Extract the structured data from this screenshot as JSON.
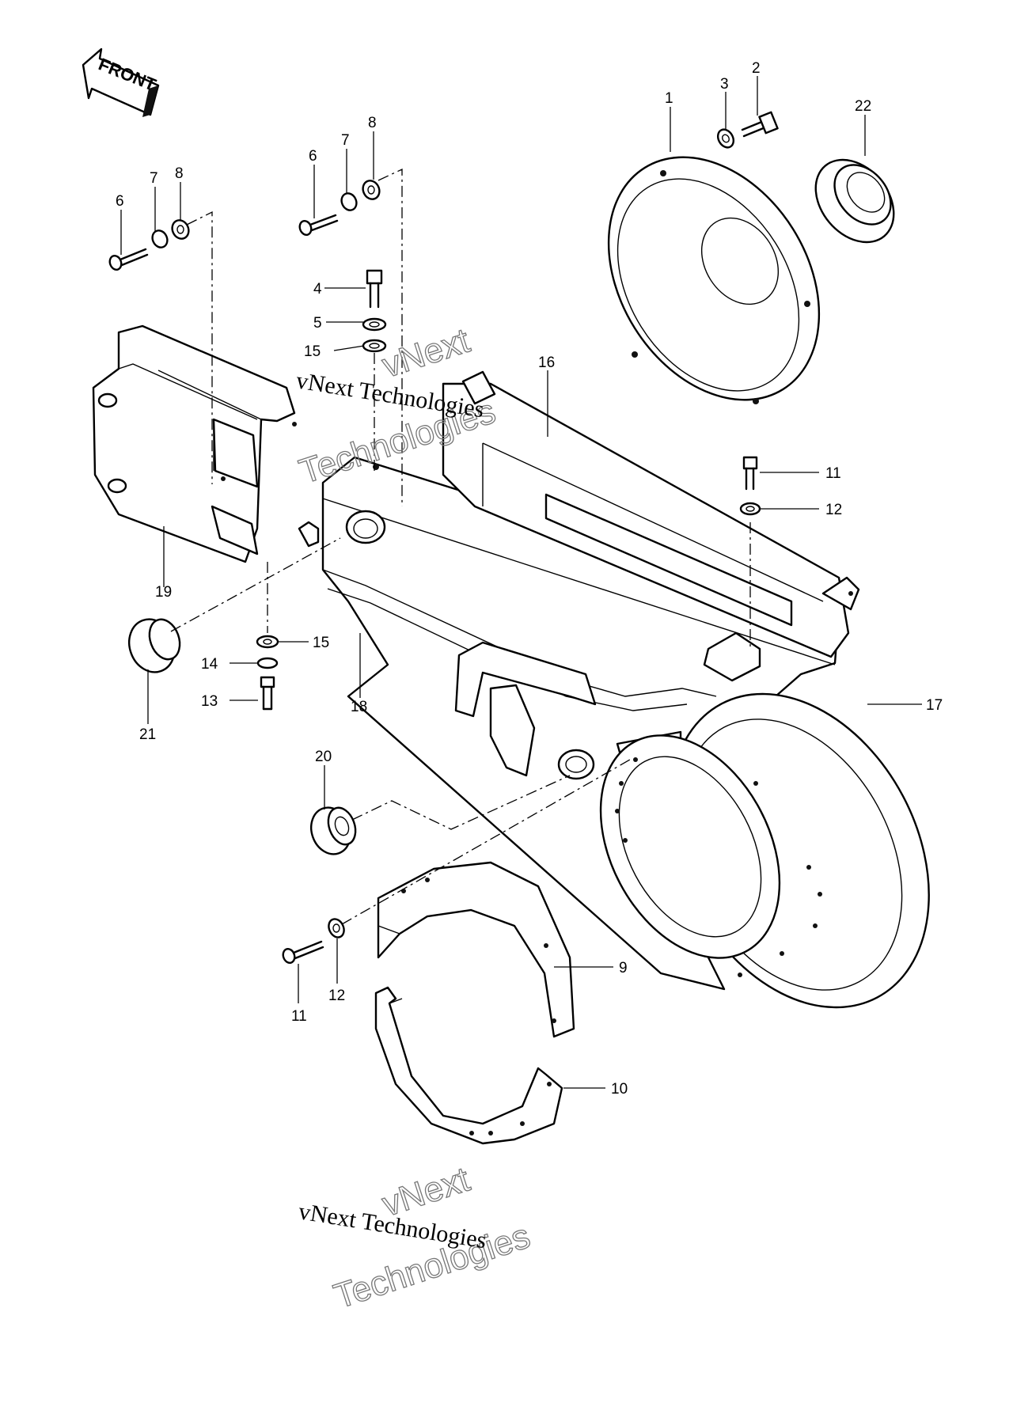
{
  "direction_label": "FRONT",
  "watermarks": [
    {
      "main": "vNext Technologies",
      "outline_top": "vNext",
      "outline_bottom": "Technologies"
    },
    {
      "main": "vNext Technologies",
      "outline_top": "vNext",
      "outline_bottom": "Technologies"
    }
  ],
  "callouts": {
    "c1": "1",
    "c2": "2",
    "c3": "3",
    "c22": "22",
    "c6a": "6",
    "c7a": "7",
    "c8a": "8",
    "c6b": "6",
    "c7b": "7",
    "c8b": "8",
    "c4": "4",
    "c5": "5",
    "c15a": "15",
    "c16": "16",
    "c11a": "11",
    "c12a": "12",
    "c19": "19",
    "c15b": "15",
    "c14": "14",
    "c13": "13",
    "c18": "18",
    "c21": "21",
    "c17": "17",
    "c20": "20",
    "c9": "9",
    "c11b": "11",
    "c12b": "12",
    "c10": "10"
  },
  "colors": {
    "line": "#000000",
    "background": "#ffffff"
  }
}
